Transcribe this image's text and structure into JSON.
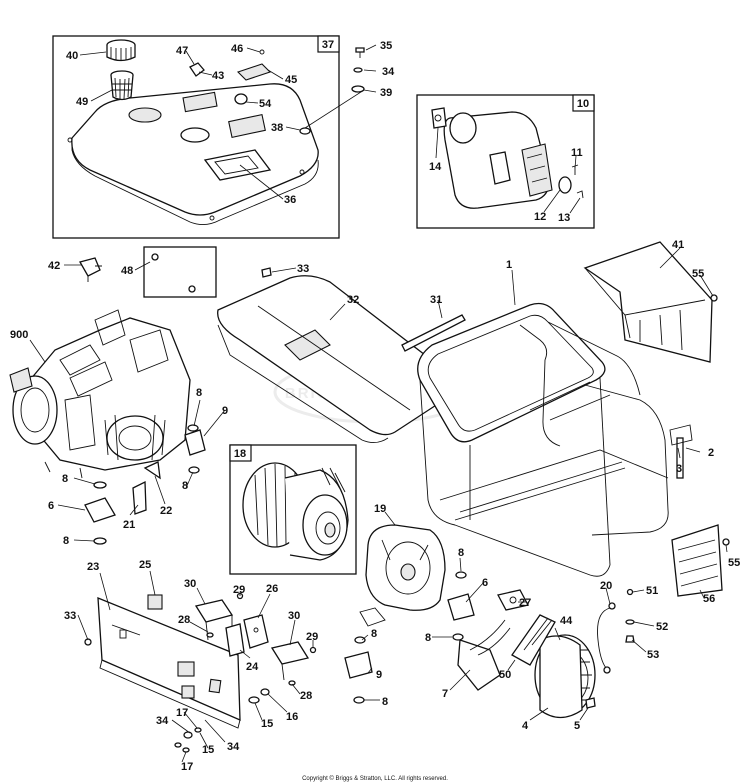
{
  "watermark": "BRIGGS&STRATTON",
  "copyright": "Copyright © Briggs & Stratton, LLC. All rights reserved.",
  "groups": [
    {
      "label": "37"
    },
    {
      "label": "10"
    },
    {
      "label": "48"
    },
    {
      "label": "18"
    }
  ],
  "callouts": [
    "40",
    "47",
    "46",
    "35",
    "43",
    "45",
    "34",
    "49",
    "54",
    "39",
    "38",
    "36",
    "14",
    "11",
    "12",
    "13",
    "42",
    "48",
    "33",
    "41",
    "55",
    "32",
    "31",
    "1",
    "900",
    "8",
    "9",
    "18",
    "3",
    "2",
    "22",
    "21",
    "6",
    "19",
    "30",
    "29",
    "26",
    "25",
    "23",
    "28",
    "24",
    "27",
    "44",
    "20",
    "51",
    "52",
    "53",
    "50",
    "7",
    "4",
    "5",
    "56",
    "16",
    "15",
    "34",
    "17",
    "15",
    "17"
  ]
}
